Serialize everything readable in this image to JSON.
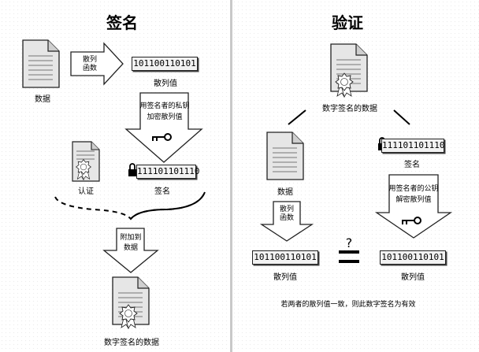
{
  "sign": {
    "title": "签名",
    "data_label": "数据",
    "hash_function_label": "散列\n函数",
    "hash_value_bits": "101100110101",
    "hash_value_label": "散列值",
    "encrypt_label": "用签名者的私钥\n加密散列值",
    "signature_bits": "111101101110",
    "signature_label": "签名",
    "certificate_label": "认证",
    "attach_label": "附加到\n数据",
    "signed_data_label": "数字签名的数据"
  },
  "verify": {
    "title": "验证",
    "signed_data_label": "数字签名的数据",
    "data_label": "数据",
    "signature_bits": "111101101110",
    "signature_label": "签名",
    "hash_function_label": "散列\n函数",
    "decrypt_label": "用签名者的公钥\n解密散列值",
    "question_mark": "?",
    "hash_value_bits_left": "101100110101",
    "hash_value_bits_right": "101100110101",
    "hash_value_label_left": "散列值",
    "hash_value_label_right": "散列值",
    "conclusion": "若两者的散列值一致，则此数字签名为有效"
  },
  "icons": [
    "document-icon",
    "certificate-icon",
    "key-icon",
    "lock-icon",
    "arrow-right-icon",
    "arrow-down-icon",
    "equals-icon"
  ]
}
